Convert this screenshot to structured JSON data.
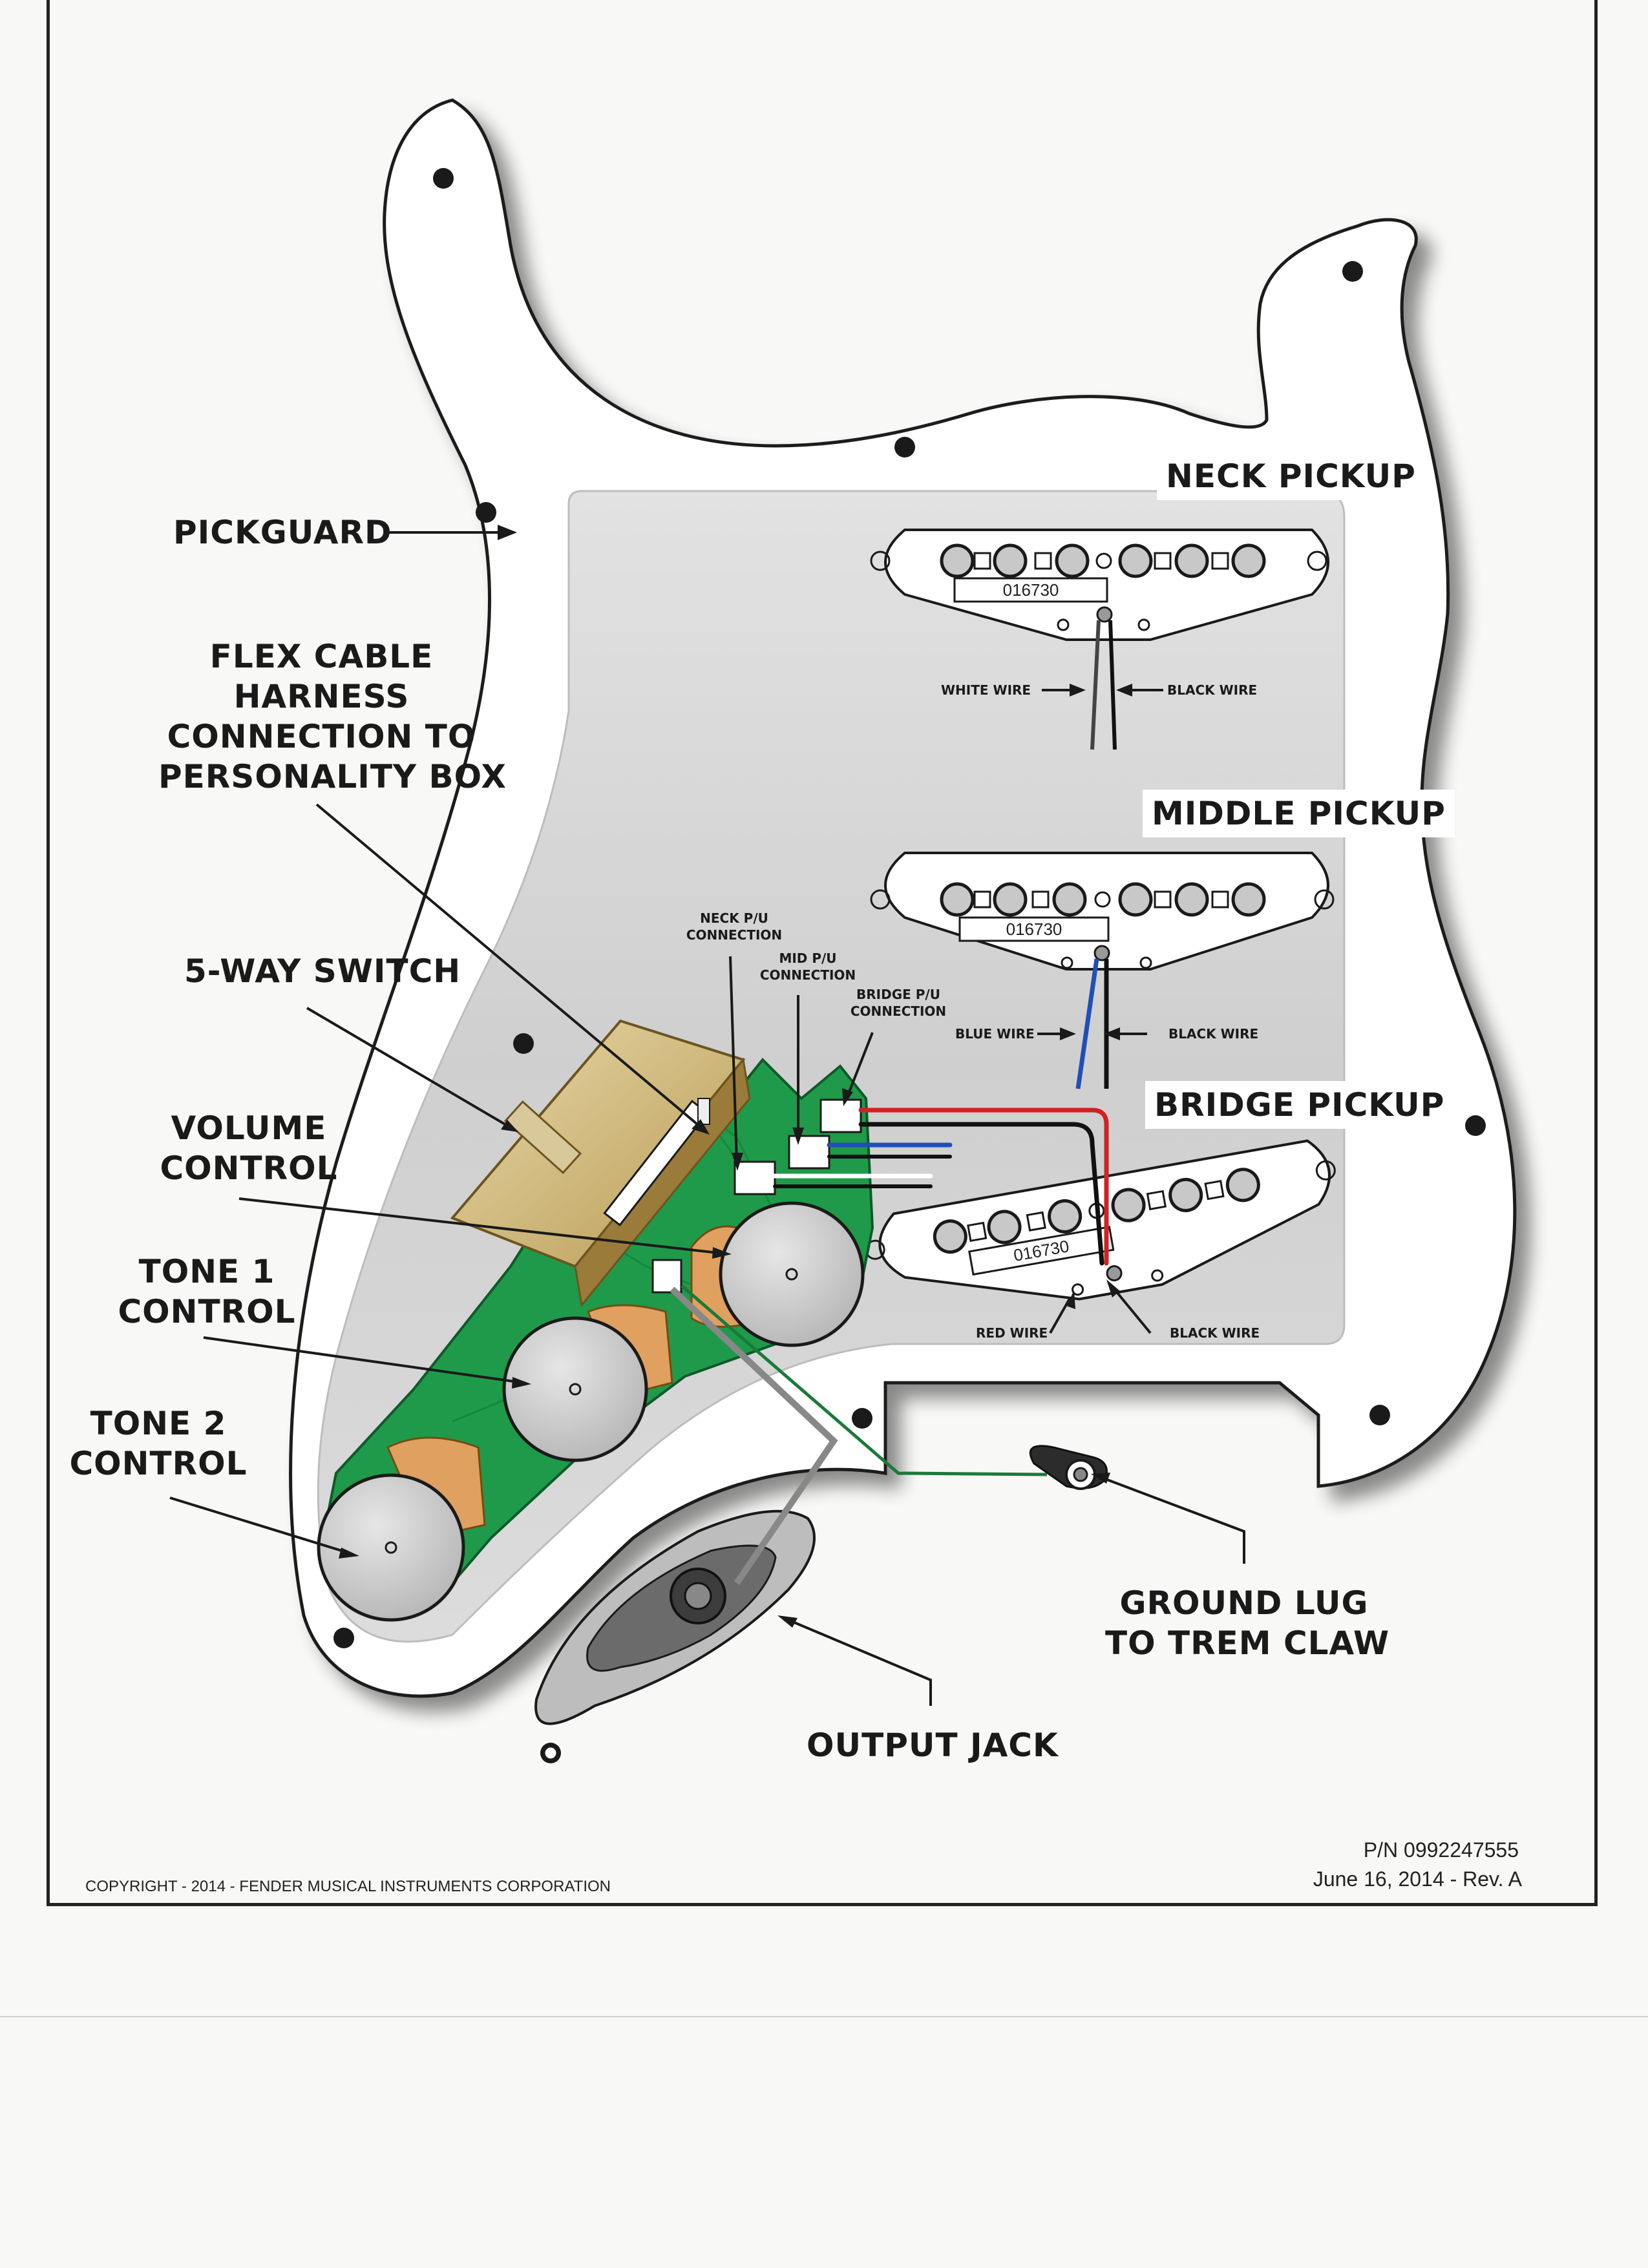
{
  "labels": {
    "neck_pickup": "NECK PICKUP",
    "middle_pickup": "MIDDLE PICKUP",
    "bridge_pickup": "BRIDGE PICKUP",
    "pickguard": "PICKGUARD",
    "flex_cable": [
      "FLEX CABLE",
      "HARNESS",
      "CONNECTION TO",
      "PERSONALITY BOX"
    ],
    "five_way_switch": "5-WAY SWITCH",
    "volume_control": [
      "VOLUME",
      "CONTROL"
    ],
    "tone1_control": [
      "TONE 1",
      "CONTROL"
    ],
    "tone2_control": [
      "TONE 2",
      "CONTROL"
    ],
    "ground_lug": [
      "GROUND LUG",
      "TO TREM CLAW"
    ],
    "output_jack": "OUTPUT JACK"
  },
  "small_labels": {
    "neck_pu_connection": [
      "NECK P/U",
      "CONNECTION"
    ],
    "mid_pu_connection": [
      "MID P/U",
      "CONNECTION"
    ],
    "bridge_pu_connection": [
      "BRIDGE P/U",
      "CONNECTION"
    ],
    "white_wire": "WHITE WIRE",
    "black_wire_neck": "BLACK WIRE",
    "blue_wire": "BLUE WIRE",
    "black_wire_mid": "BLACK WIRE",
    "red_wire": "RED WIRE",
    "black_wire_bridge": "BLACK WIRE"
  },
  "pickup_serials": {
    "neck": "016730",
    "middle": "016730",
    "bridge": "016730"
  },
  "footer": {
    "copyright": "COPYRIGHT - 2014 - FENDER MUSICAL INSTRUMENTS CORPORATION",
    "part_number": "P/N 0992247555",
    "date_rev": "June 16, 2014 - Rev. A"
  },
  "colors": {
    "pcb_green": "#1f9a4a",
    "wire_red": "#d42020",
    "wire_blue": "#1f4fb8",
    "wire_black": "#111111",
    "wire_green": "#1a7a3a",
    "shield_gray": "#d4d4d4",
    "pot_gray": "#cfcfcf"
  }
}
